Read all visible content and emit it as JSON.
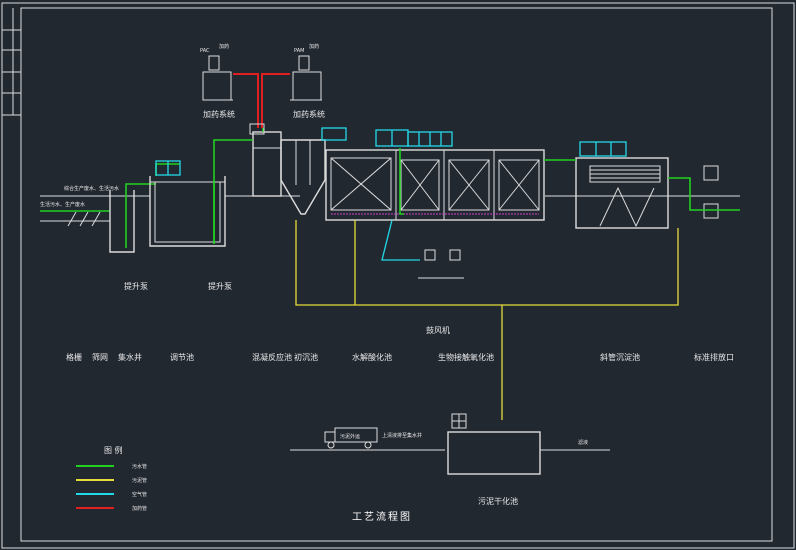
{
  "title": "工艺流程图",
  "units": [
    {
      "key": "grille",
      "label": "格栅"
    },
    {
      "key": "screen",
      "label": "筛网"
    },
    {
      "key": "sump",
      "label": "集水井"
    },
    {
      "key": "equalization",
      "label": "调节池"
    },
    {
      "key": "coag_sed",
      "label": "混凝反应池"
    },
    {
      "key": "primary_settle",
      "label": "初沉池"
    },
    {
      "key": "hydrolysis",
      "label": "水解酸化池"
    },
    {
      "key": "bio_contact",
      "label": "生物接触氧化池"
    },
    {
      "key": "incline_settle",
      "label": "斜管沉淀池"
    },
    {
      "key": "outfall",
      "label": "标准排放口"
    }
  ],
  "equipment": [
    {
      "key": "lift_pump_1",
      "label": "提升泵"
    },
    {
      "key": "lift_pump_2",
      "label": "提升泵"
    },
    {
      "key": "dosing_1",
      "label": "加药系统"
    },
    {
      "key": "dosing_2",
      "label": "加药系统"
    },
    {
      "key": "blower",
      "label": "鼓风机"
    },
    {
      "key": "sludge_dry",
      "label": "污泥干化池"
    }
  ],
  "annotations": {
    "inflow_top": "综合生产废水、生活污水",
    "inflow_left": "生活污水、生产废水",
    "truck": "污泥外运",
    "sludge_outgo": "上清液排至集水井",
    "filtrate": "滤液",
    "chem_pac": "PAC",
    "chem_pam": "PAM",
    "chem_label_1": "加药",
    "chem_label_2": "加药"
  },
  "legend": {
    "title": "图 例",
    "items": [
      {
        "label": "污水管",
        "color": "#22d022"
      },
      {
        "label": "污泥管",
        "color": "#e6dc3a"
      },
      {
        "label": "空气管",
        "color": "#22d8e8"
      },
      {
        "label": "加药管",
        "color": "#e02020"
      }
    ]
  },
  "colors": {
    "background": "#222830",
    "outline": "#dcdcdc",
    "sewage": "#22d022",
    "sludge": "#e6dc3a",
    "air": "#22d8e8",
    "dosing": "#e02020"
  }
}
